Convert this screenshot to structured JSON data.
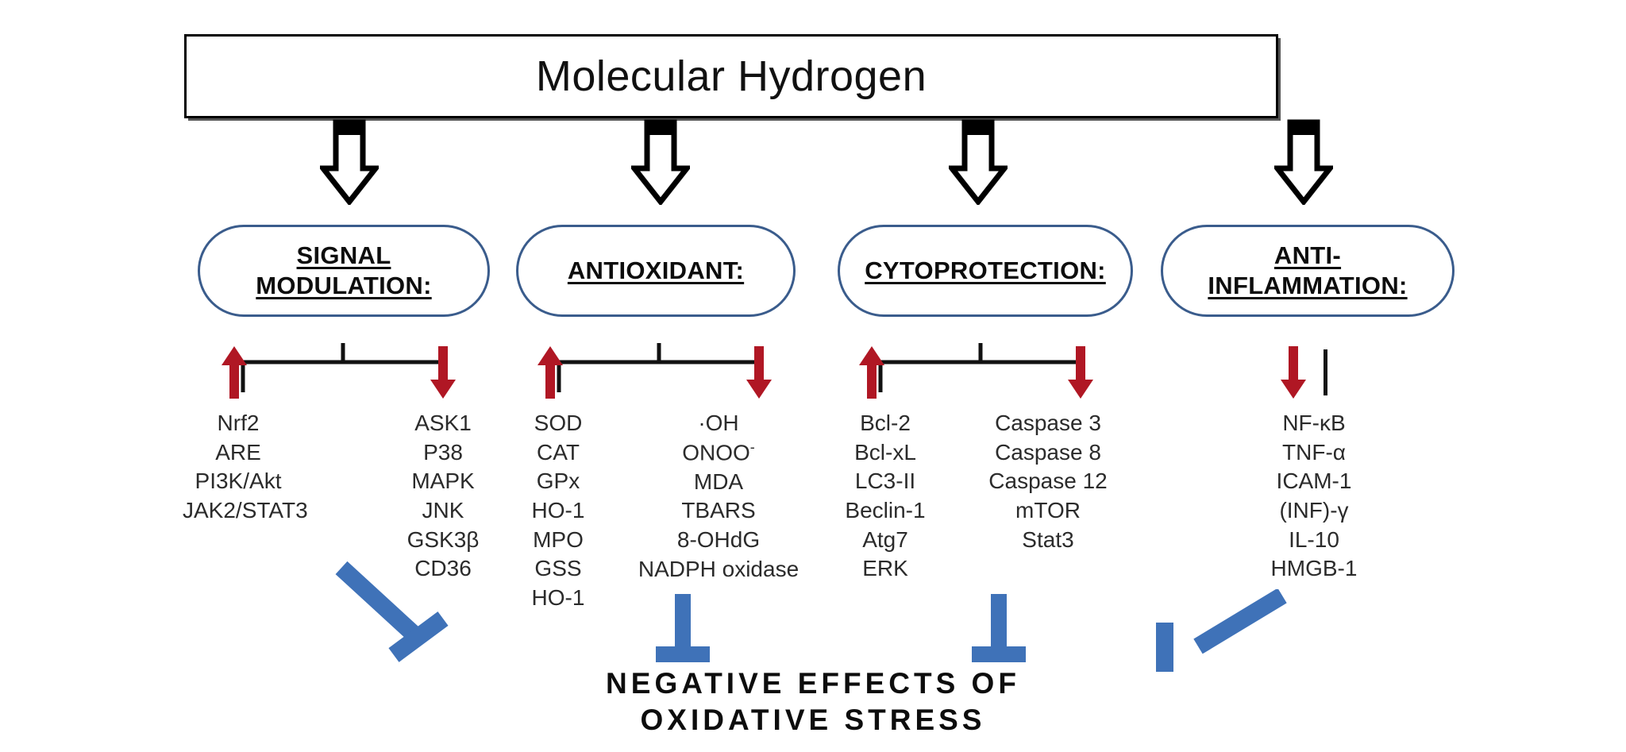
{
  "diagram": {
    "title": "Molecular Hydrogen",
    "bottom_caption_line1": "NEGATIVE EFFECTS OF",
    "bottom_caption_line2": "OXIDATIVE STRESS",
    "colors": {
      "pill_border": "#3a5c8c",
      "red_arrow": "#b01724",
      "blue_inhibit": "#3f72b8",
      "text": "#2b2b2b",
      "title_border": "#000000"
    }
  },
  "columns": [
    {
      "id": "signal-modulation",
      "label_line1": "SIGNAL",
      "label_line2": "MODULATION:",
      "up_items": [
        "Nrf2",
        "ARE",
        "PI3K/Akt",
        "JAK2/STAT3"
      ],
      "down_items": [
        "ASK1",
        "P38",
        "MAPK",
        "JNK",
        "GSK3β",
        "CD36"
      ]
    },
    {
      "id": "antioxidant",
      "label_line1": "ANTIOXIDANT:",
      "label_line2": "",
      "up_items": [
        "SOD",
        "CAT",
        "GPx",
        "HO-1",
        "MPO",
        "GSS",
        "HO-1"
      ],
      "down_items": [
        "·OH",
        "ONOO-",
        "MDA",
        "TBARS",
        "8-OHdG",
        "NADPH oxidase"
      ]
    },
    {
      "id": "cytoprotection",
      "label_line1": "CYTOPROTECTION:",
      "label_line2": "",
      "up_items": [
        "Bcl-2",
        "Bcl-xL",
        "LC3-II",
        "Beclin-1",
        "Atg7",
        "ERK"
      ],
      "down_items": [
        "Caspase 3",
        "Caspase 8",
        "Caspase 12",
        "mTOR",
        "Stat3"
      ]
    },
    {
      "id": "anti-inflammation",
      "label_line1": "ANTI-",
      "label_line2": "INFLAMMATION:",
      "up_items": [],
      "down_items": [
        "NF-κB",
        "TNF-α",
        "ICAM-1",
        "(INF)-γ",
        "IL-10",
        "HMGB-1"
      ]
    }
  ]
}
